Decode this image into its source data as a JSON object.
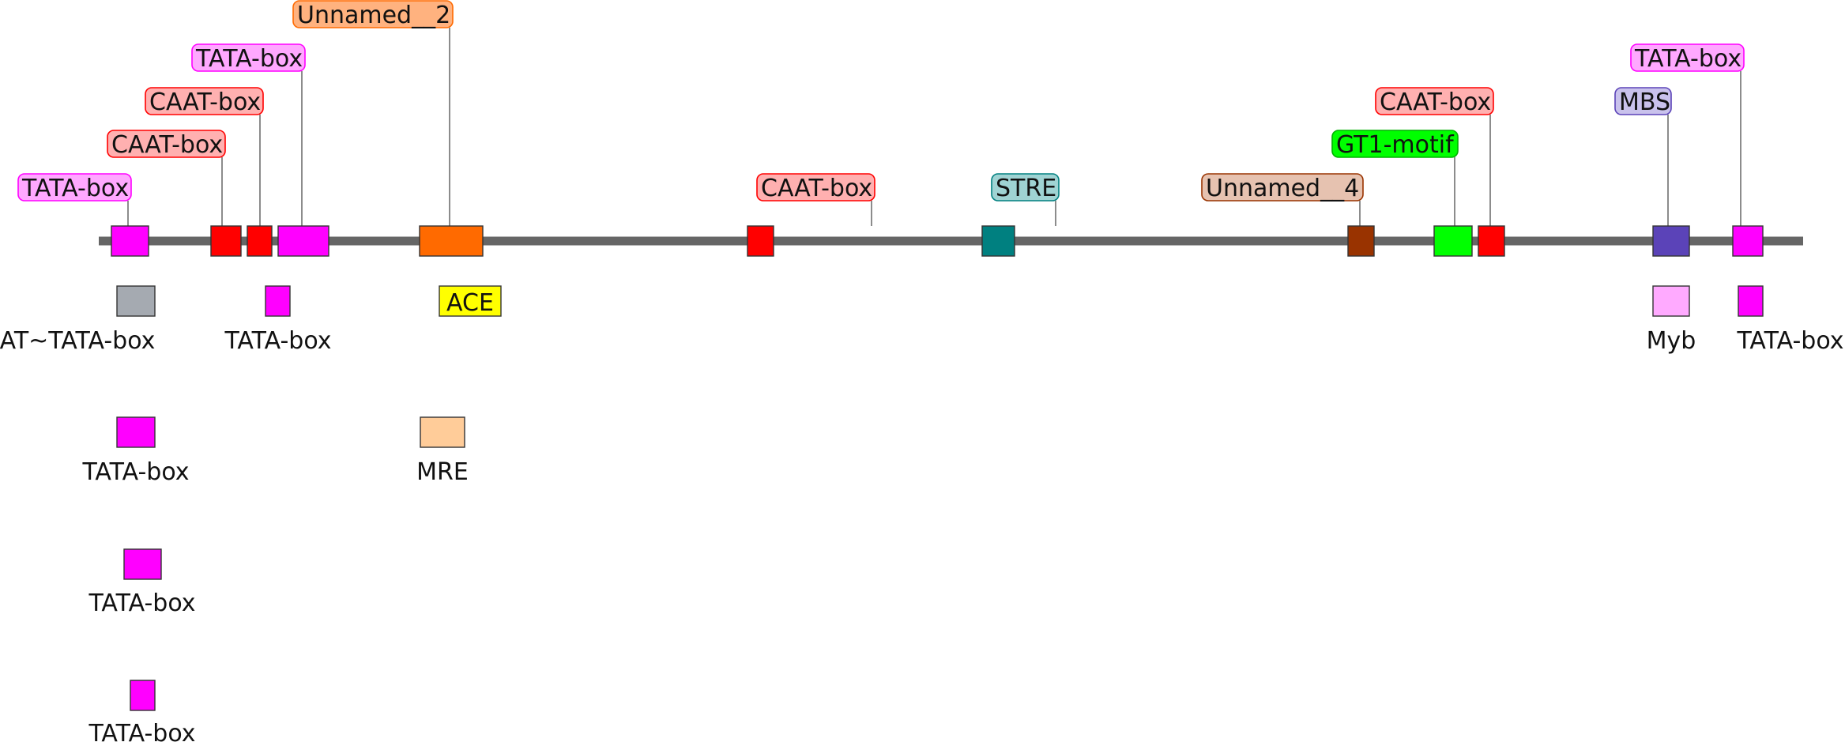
{
  "top_features": [
    {
      "label": "TATA-box",
      "fill": "#ff00ff",
      "tag_fill": "#ffa8ff",
      "tag_stroke": "#ff00ff"
    },
    {
      "label": "CAAT-box",
      "fill": "#ff0000",
      "tag_fill": "#ffb0b0",
      "tag_stroke": "#ff0000"
    },
    {
      "label": "CAAT-box",
      "fill": "#ff0000",
      "tag_fill": "#ffb0b0",
      "tag_stroke": "#ff0000"
    },
    {
      "label": "TATA-box",
      "fill": "#ff00ff",
      "tag_fill": "#ffa8ff",
      "tag_stroke": "#ff00ff"
    },
    {
      "label": "Unnamed__2",
      "fill": "#ff6a00",
      "tag_fill": "#ffb27f",
      "tag_stroke": "#ff6a00"
    },
    {
      "label": "CAAT-box",
      "fill": "#ff0000",
      "tag_fill": "#ffb0b0",
      "tag_stroke": "#ff0000"
    },
    {
      "label": "STRE",
      "fill": "#008080",
      "tag_fill": "#9fd3d3",
      "tag_stroke": "#008080"
    },
    {
      "label": "Unnamed__4",
      "fill": "#993300",
      "tag_fill": "#e6c2b0",
      "tag_stroke": "#993300"
    },
    {
      "label": "GT1-motif",
      "fill": "#00ff00",
      "tag_fill": "#00ff00",
      "tag_stroke": "#00b000"
    },
    {
      "label": "CAAT-box",
      "fill": "#ff0000",
      "tag_fill": "#ffb0b0",
      "tag_stroke": "#ff0000"
    },
    {
      "label": "MBS",
      "fill": "#5b43b8",
      "tag_fill": "#c9c2ec",
      "tag_stroke": "#5b43b8"
    },
    {
      "label": "TATA-box",
      "fill": "#ff00ff",
      "tag_fill": "#ffa8ff",
      "tag_stroke": "#ff00ff"
    }
  ],
  "bottom_features": [
    {
      "label": "AT~TATA-box",
      "fill": "#a5aab1"
    },
    {
      "label": "TATA-box",
      "fill": "#ff00ff"
    },
    {
      "label": "ACE",
      "fill": "#ffff00"
    },
    {
      "label": "Myb",
      "fill": "#ffaaff"
    },
    {
      "label": "TATA-box",
      "fill": "#ff00ff"
    },
    {
      "label": "TATA-box",
      "fill": "#ff00ff"
    },
    {
      "label": "MRE",
      "fill": "#ffcc99"
    },
    {
      "label": "TATA-box",
      "fill": "#ff00ff"
    },
    {
      "label": "TATA-box",
      "fill": "#ff00ff"
    }
  ],
  "backbone_color": "#666666"
}
